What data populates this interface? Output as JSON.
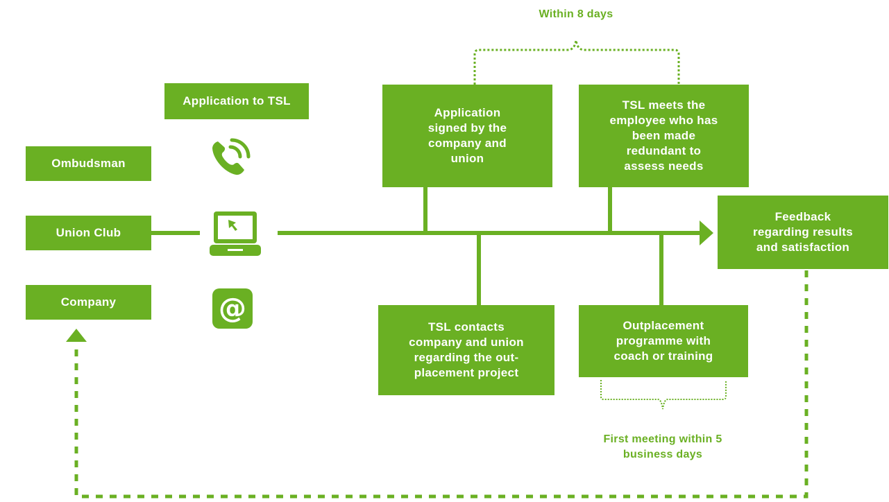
{
  "diagram": {
    "accent_color": "#6ab023",
    "boxes": {
      "application_to_tsl": "Application to TSL",
      "ombudsman": "Ombudsman",
      "union_club": "Union Club",
      "company": "Company",
      "application_signed": "Application\nsigned by the\ncompany and\nunion",
      "tsl_meets": "TSL meets the\nemployee who has\nbeen made\nredundant to\nassess needs",
      "feedback": "Feedback\nregarding results\nand satisfaction",
      "tsl_contacts": "TSL contacts\ncompany and union\nregarding the out-\nplacement project",
      "outplacement": "Outplacement\nprogramme with\ncoach or training"
    },
    "notes": {
      "within_8_days": "Within 8 days",
      "first_meeting": "First meeting within 5\nbusiness days"
    },
    "icons": [
      "phone-icon",
      "laptop-icon",
      "at-sign-icon"
    ]
  }
}
